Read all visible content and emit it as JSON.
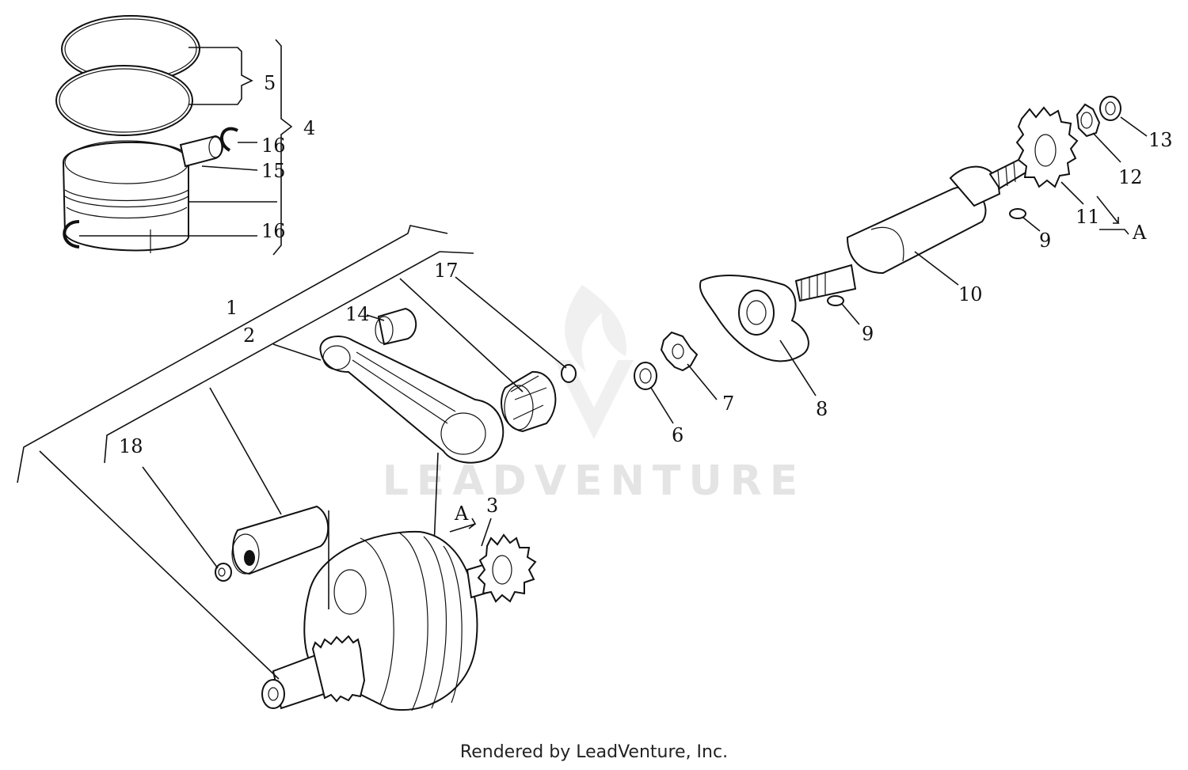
{
  "watermark": {
    "text": "LEADVENTURE"
  },
  "footer": {
    "text": "Rendered by LeadVenture, Inc."
  },
  "callouts": {
    "c1": "1",
    "c2": "2",
    "c3": "3",
    "c4": "4",
    "c5": "5",
    "c6": "6",
    "c7": "7",
    "c8": "8",
    "c9a": "9",
    "c9b": "9",
    "c10": "10",
    "c11": "11",
    "c12": "12",
    "c13": "13",
    "c14": "14",
    "c15": "15",
    "c16a": "16",
    "c16b": "16",
    "c17": "17",
    "c18": "18",
    "ref_a1": "A",
    "ref_a2": "A"
  },
  "icons": {
    "watermark_logo": "flame-v-logo-icon"
  }
}
